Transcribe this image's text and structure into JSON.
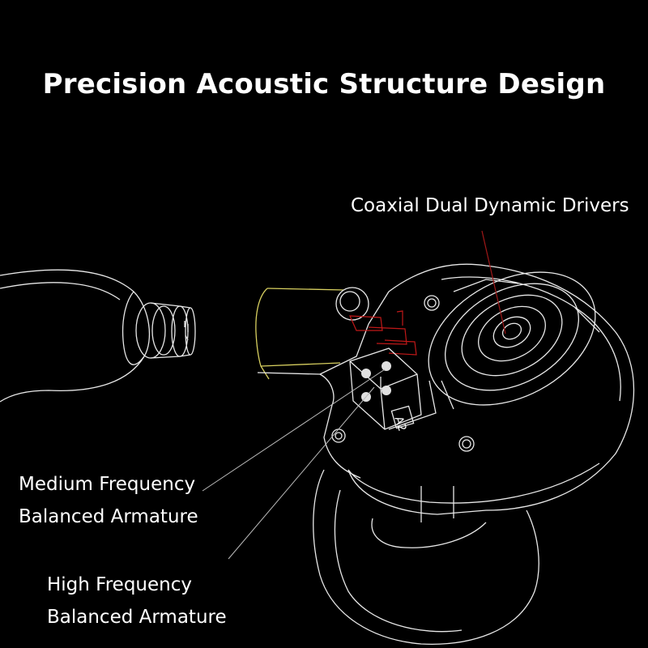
{
  "title": "Precision Acoustic Structure Design",
  "callouts": {
    "coaxial": {
      "text": "Coaxial Dual Dynamic Drivers"
    },
    "medium": {
      "line1": "Medium Frequency",
      "line2": "Balanced Armature"
    },
    "high": {
      "line1": "High Frequency",
      "line2": "Balanced Armature"
    }
  },
  "part_marking": "A2",
  "colors": {
    "background": "#000000",
    "wireframe": "#e8e8e8",
    "nozzle_outline": "#d8d060",
    "driver_accent": "#c01818",
    "leader_coaxial": "#a01818",
    "leader_armature": "#bbbbbb"
  }
}
